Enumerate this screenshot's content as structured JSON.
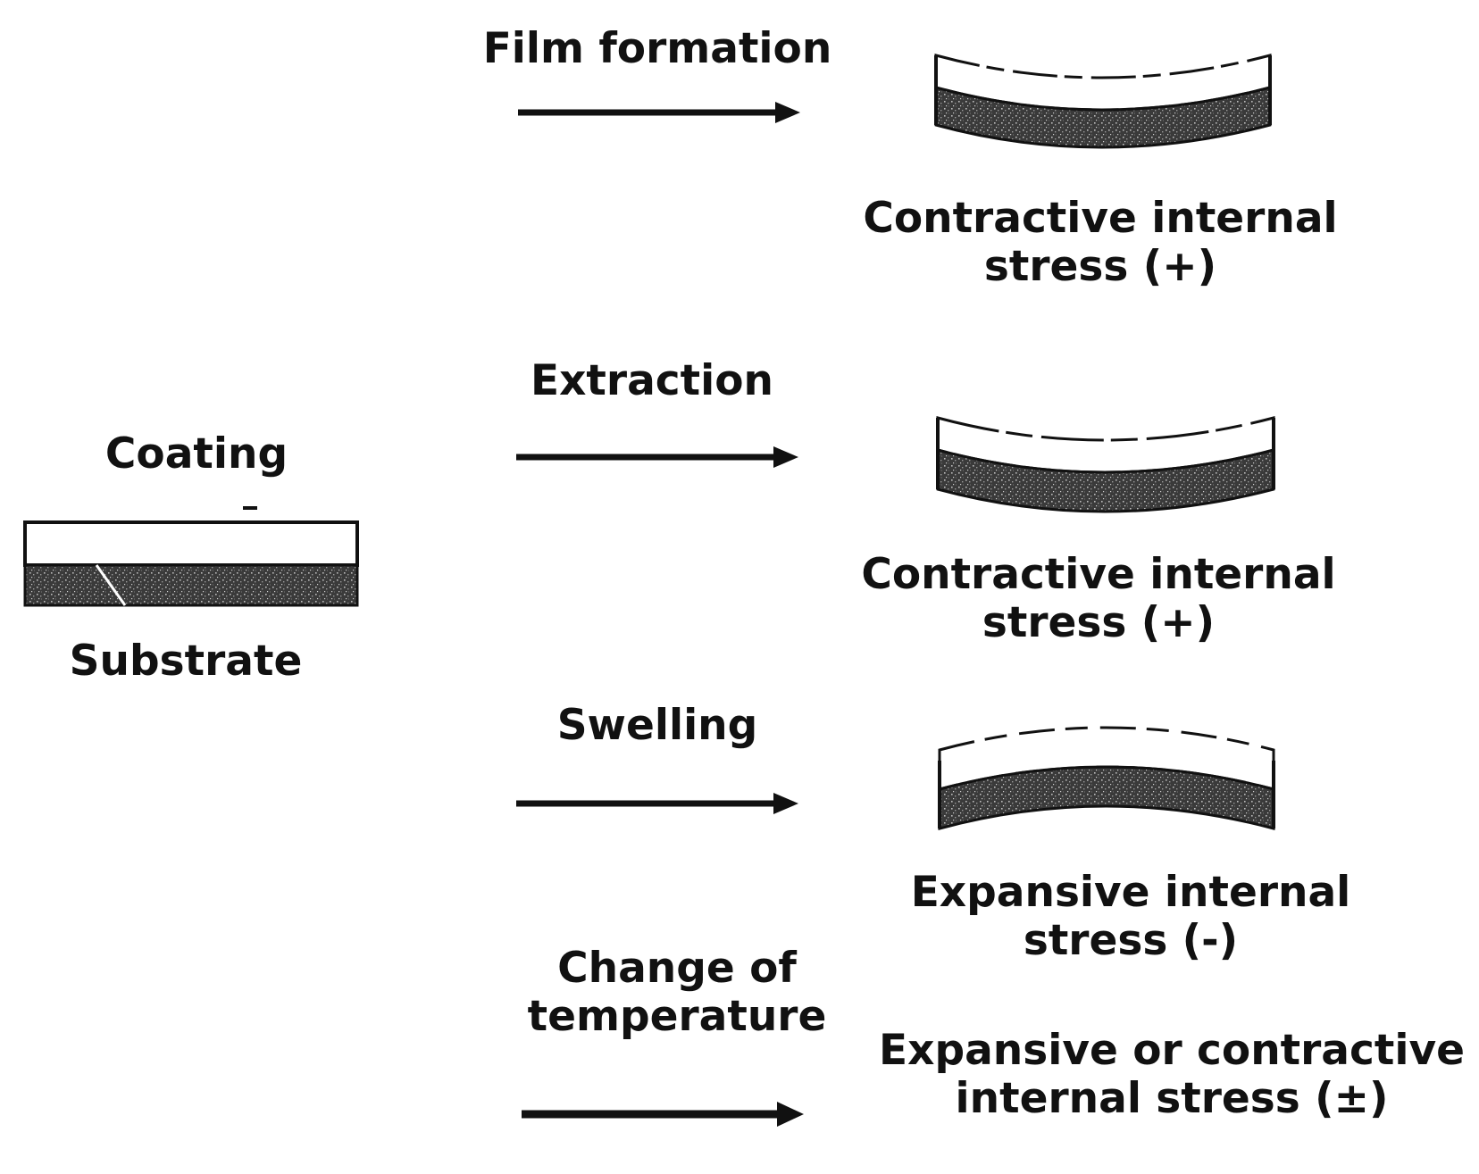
{
  "initial": {
    "coating_label": "Coating",
    "substrate_label": "Substrate"
  },
  "processes": [
    {
      "label_lines": [
        "Film formation"
      ],
      "result_lines": [
        "Contractive internal",
        "stress (+)"
      ],
      "curvature": "concave"
    },
    {
      "label_lines": [
        "Extraction"
      ],
      "result_lines": [
        "Contractive internal",
        "stress (+)"
      ],
      "curvature": "concave"
    },
    {
      "label_lines": [
        "Swelling"
      ],
      "result_lines": [
        "Expansive internal",
        "stress (-)"
      ],
      "curvature": "convex"
    },
    {
      "label_lines": [
        "Change of",
        "temperature"
      ],
      "result_lines": [
        "Expansive or contractive",
        "internal stress (±)"
      ],
      "curvature": "none"
    }
  ],
  "colors": {
    "ink": "#111111",
    "substrate_fill": "#3a3a3a",
    "coating_fill": "#ffffff"
  }
}
